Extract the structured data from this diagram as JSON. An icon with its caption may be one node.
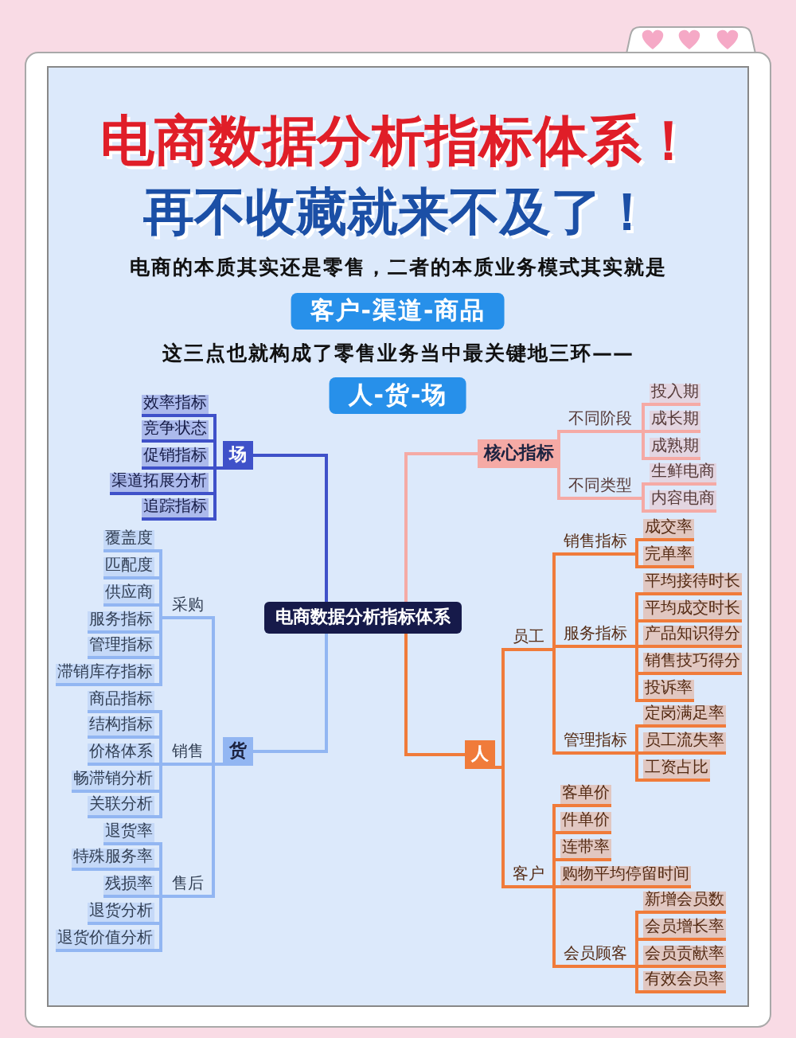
{
  "diagram": {
    "title": "电商数据分析指标体系！",
    "nodes": [
      {
        "text": [
          "电商数据分析指标体系"
        ]
      },
      {
        "text": [
          "场"
        ]
      },
      {
        "text": [
          "效率指标"
        ]
      },
      {
        "text": [
          "竞争状态"
        ]
      },
      {
        "text": [
          "促销指标"
        ]
      },
      {
        "text": [
          "渠道拓展分析"
        ]
      },
      {
        "text": [
          "追踪指标"
        ]
      },
      {
        "text": [
          "货"
        ]
      },
      {
        "text": [
          "采购"
        ]
      },
      {
        "text": [
          "覆盖度"
        ]
      },
      {
        "text": [
          "匹配度"
        ]
      },
      {
        "text": [
          "供应商"
        ]
      },
      {
        "text": [
          "服务指标"
        ]
      },
      {
        "text": [
          "管理指标"
        ]
      },
      {
        "text": [
          "滞销库存指标"
        ]
      },
      {
        "text": [
          "销售"
        ]
      },
      {
        "text": [
          "商品指标"
        ]
      },
      {
        "text": [
          "结构指标"
        ]
      },
      {
        "text": [
          "价格体系"
        ]
      },
      {
        "text": [
          "畅滞销分析"
        ]
      },
      {
        "text": [
          "关联分析"
        ]
      },
      {
        "text": [
          "售后"
        ]
      },
      {
        "text": [
          "退货率"
        ]
      },
      {
        "text": [
          "特殊服务率"
        ]
      },
      {
        "text": [
          "残损率"
        ]
      },
      {
        "text": [
          "退货分析"
        ]
      },
      {
        "text": [
          "退货价值分析"
        ]
      },
      {
        "text": [
          "核心指标"
        ]
      },
      {
        "text": [
          "不同阶段"
        ]
      },
      {
        "text": [
          "投入期"
        ]
      },
      {
        "text": [
          "成长期"
        ]
      },
      {
        "text": [
          "成熟期"
        ]
      },
      {
        "text": [
          "不同类型"
        ]
      },
      {
        "text": [
          "生鲜电商"
        ]
      },
      {
        "text": [
          "内容电商"
        ]
      },
      {
        "text": [
          "人"
        ]
      },
      {
        "text": [
          "员工"
        ]
      },
      {
        "text": [
          "销售指标"
        ]
      },
      {
        "text": [
          "成交率"
        ]
      },
      {
        "text": [
          "完单率"
        ]
      },
      {
        "text": [
          "服务指标"
        ]
      },
      {
        "text": [
          "平均接待时长"
        ]
      },
      {
        "text": [
          "平均成交时长"
        ]
      },
      {
        "text": [
          "产品知识得分"
        ]
      },
      {
        "text": [
          "销售技巧得分"
        ]
      },
      {
        "text": [
          "投诉率"
        ]
      },
      {
        "text": [
          "管理指标"
        ]
      },
      {
        "text": [
          "定岗满足率"
        ]
      },
      {
        "text": [
          "员工流失率"
        ]
      },
      {
        "text": [
          "工资占比"
        ]
      },
      {
        "text": [
          "客户"
        ]
      },
      {
        "text": [
          "客单价"
        ]
      },
      {
        "text": [
          "件单价"
        ]
      },
      {
        "text": [
          "连带率"
        ]
      },
      {
        "text": [
          "购物平均停留时间"
        ]
      },
      {
        "text": [
          "会员顾客"
        ]
      },
      {
        "text": [
          "新增会员数"
        ]
      },
      {
        "text": [
          "会员增长率"
        ]
      },
      {
        "text": [
          "会员贡献率"
        ]
      },
      {
        "text": [
          "有效会员率"
        ]
      }
    ],
    "edges": [
      {
        "from": 0,
        "to": 1,
        "arrow": "none",
        "color": "#3f51c9"
      },
      {
        "from": 1,
        "to": 2,
        "arrow": "none",
        "color": "#3f51c9"
      },
      {
        "from": 1,
        "to": 3,
        "arrow": "none",
        "color": "#3f51c9"
      },
      {
        "from": 1,
        "to": 4,
        "arrow": "none",
        "color": "#3f51c9"
      },
      {
        "from": 1,
        "to": 5,
        "arrow": "none",
        "color": "#3f51c9"
      },
      {
        "from": 1,
        "to": 6,
        "arrow": "none",
        "color": "#3f51c9"
      },
      {
        "from": 0,
        "to": 7,
        "arrow": "none",
        "color": "#92b6f2"
      },
      {
        "from": 7,
        "to": 8,
        "arrow": "none",
        "color": "#92b6f2"
      },
      {
        "from": 8,
        "to": 9,
        "arrow": "none",
        "color": "#92b6f2"
      },
      {
        "from": 8,
        "to": 10,
        "arrow": "none",
        "color": "#92b6f2"
      },
      {
        "from": 8,
        "to": 11,
        "arrow": "none",
        "color": "#92b6f2"
      },
      {
        "from": 8,
        "to": 12,
        "arrow": "none",
        "color": "#92b6f2"
      },
      {
        "from": 8,
        "to": 13,
        "arrow": "none",
        "color": "#92b6f2"
      },
      {
        "from": 8,
        "to": 14,
        "arrow": "none",
        "color": "#92b6f2"
      },
      {
        "from": 7,
        "to": 15,
        "arrow": "none",
        "color": "#92b6f2"
      },
      {
        "from": 15,
        "to": 16,
        "arrow": "none",
        "color": "#92b6f2"
      },
      {
        "from": 15,
        "to": 17,
        "arrow": "none",
        "color": "#92b6f2"
      },
      {
        "from": 15,
        "to": 18,
        "arrow": "none",
        "color": "#92b6f2"
      },
      {
        "from": 15,
        "to": 19,
        "arrow": "none",
        "color": "#92b6f2"
      },
      {
        "from": 15,
        "to": 20,
        "arrow": "none",
        "color": "#92b6f2"
      },
      {
        "from": 7,
        "to": 21,
        "arrow": "none",
        "color": "#92b6f2"
      },
      {
        "from": 21,
        "to": 22,
        "arrow": "none",
        "color": "#92b6f2"
      },
      {
        "from": 21,
        "to": 23,
        "arrow": "none",
        "color": "#92b6f2"
      },
      {
        "from": 21,
        "to": 24,
        "arrow": "none",
        "color": "#92b6f2"
      },
      {
        "from": 21,
        "to": 25,
        "arrow": "none",
        "color": "#92b6f2"
      },
      {
        "from": 21,
        "to": 26,
        "arrow": "none",
        "color": "#92b6f2"
      },
      {
        "from": 0,
        "to": 27,
        "arrow": "none",
        "color": "#f5aaa5"
      },
      {
        "from": 27,
        "to": 28,
        "arrow": "none",
        "color": "#f5aaa5"
      },
      {
        "from": 28,
        "to": 29,
        "arrow": "none",
        "color": "#f5aaa5"
      },
      {
        "from": 28,
        "to": 30,
        "arrow": "none",
        "color": "#f5aaa5"
      },
      {
        "from": 28,
        "to": 31,
        "arrow": "none",
        "color": "#f5aaa5"
      },
      {
        "from": 27,
        "to": 32,
        "arrow": "none",
        "color": "#f5aaa5"
      },
      {
        "from": 32,
        "to": 33,
        "arrow": "none",
        "color": "#f5aaa5"
      },
      {
        "from": 32,
        "to": 34,
        "arrow": "none",
        "color": "#f5aaa5"
      },
      {
        "from": 0,
        "to": 35,
        "arrow": "none"
      },
      {
        "from": 35,
        "to": 36,
        "arrow": "none"
      },
      {
        "from": 36,
        "to": 37,
        "arrow": "none"
      },
      {
        "from": 37,
        "to": 38,
        "arrow": "none"
      },
      {
        "from": 37,
        "to": 39,
        "arrow": "none"
      },
      {
        "from": 36,
        "to": 40,
        "arrow": "none"
      },
      {
        "from": 40,
        "to": 41,
        "arrow": "none"
      },
      {
        "from": 40,
        "to": 42,
        "arrow": "none"
      },
      {
        "from": 40,
        "to": 43,
        "arrow": "none"
      },
      {
        "from": 40,
        "to": 44,
        "arrow": "none"
      },
      {
        "from": 40,
        "to": 45,
        "arrow": "none"
      },
      {
        "from": 36,
        "to": 46,
        "arrow": "none"
      },
      {
        "from": 46,
        "to": 47,
        "arrow": "none"
      },
      {
        "from": 46,
        "to": 48,
        "arrow": "none"
      },
      {
        "from": 46,
        "to": 49,
        "arrow": "none"
      },
      {
        "from": 35,
        "to": 50,
        "arrow": "none"
      },
      {
        "from": 50,
        "to": 51,
        "arrow": "none"
      },
      {
        "from": 50,
        "to": 52,
        "arrow": "none"
      },
      {
        "from": 50,
        "to": 53,
        "arrow": "none"
      },
      {
        "from": 50,
        "to": 54,
        "arrow": "none"
      },
      {
        "from": 50,
        "to": 55,
        "arrow": "none"
      },
      {
        "from": 55,
        "to": 56,
        "arrow": "none"
      },
      {
        "from": 55,
        "to": 57,
        "arrow": "none"
      },
      {
        "from": 55,
        "to": 58,
        "arrow": "none"
      },
      {
        "from": 55,
        "to": 59,
        "arrow": "none"
      }
    ],
    "labels": [
      "再不收藏就来不及了！",
      "电商的本质其实还是零售，二者的本质业务模式其实就是",
      "客户-渠道-商品",
      "这三点也就构成了零售业务当中最关键地三环——",
      "人-货-场"
    ]
  }
}
